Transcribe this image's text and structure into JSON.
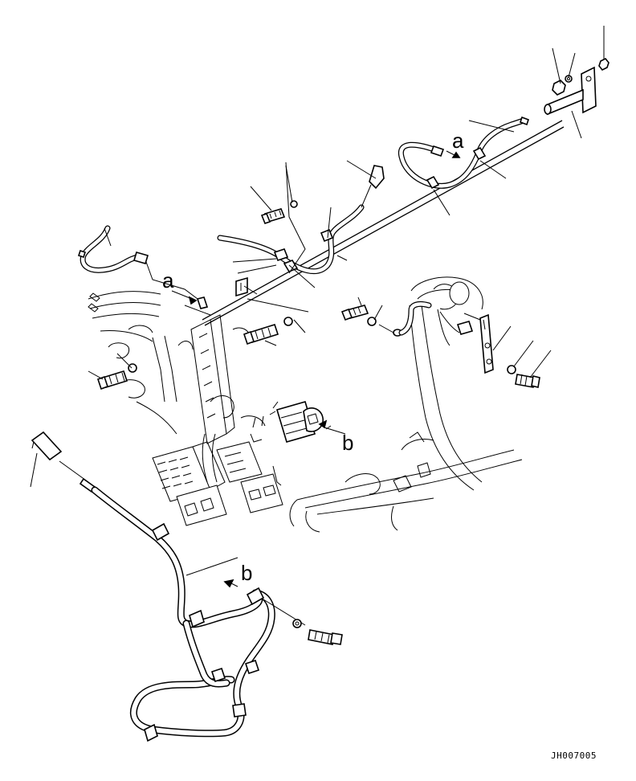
{
  "drawing_code": "JH007005",
  "callouts": {
    "a_upper": "a",
    "a_left": "a",
    "b_right": "b",
    "b_lower": "b"
  }
}
